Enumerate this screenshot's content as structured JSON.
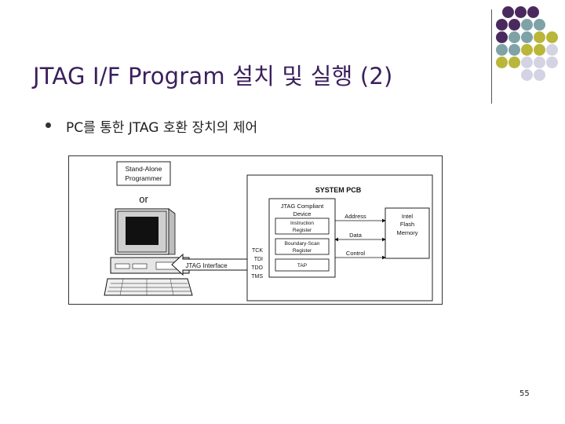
{
  "slide": {
    "title": "JTAG I/F Program 설치 및 실행 (2)",
    "bullet": "PC를 통한 JTAG 호환 장치의 제어",
    "page_number": "55"
  },
  "diagram": {
    "standalone_line1": "Stand-Alone",
    "standalone_line2": "Programmer",
    "or_label": "or",
    "system_pcb": "SYSTEM PCB",
    "jtag_device_line1": "JTAG Compliant",
    "jtag_device_line2": "Device",
    "instruction_line1": "Instruction",
    "instruction_line2": "Register",
    "boundary_line1": "Boundary-Scan",
    "boundary_line2": "Register",
    "tap": "TAP",
    "address": "Address",
    "data": "Data",
    "control": "Control",
    "flash_line1": "Intel",
    "flash_line2": "Flash",
    "flash_line3": "Memory",
    "jtag_interface": "JTAG Interface",
    "tck": "TCK",
    "tdi": "TDI",
    "tdo": "TDO",
    "tms": "TMS"
  },
  "colors": {
    "title": "#3b1f5c",
    "purple": "#4a2a5e",
    "teal": "#7fa2a6",
    "olive": "#b9b63a",
    "lavender": "#d4d3e3"
  }
}
